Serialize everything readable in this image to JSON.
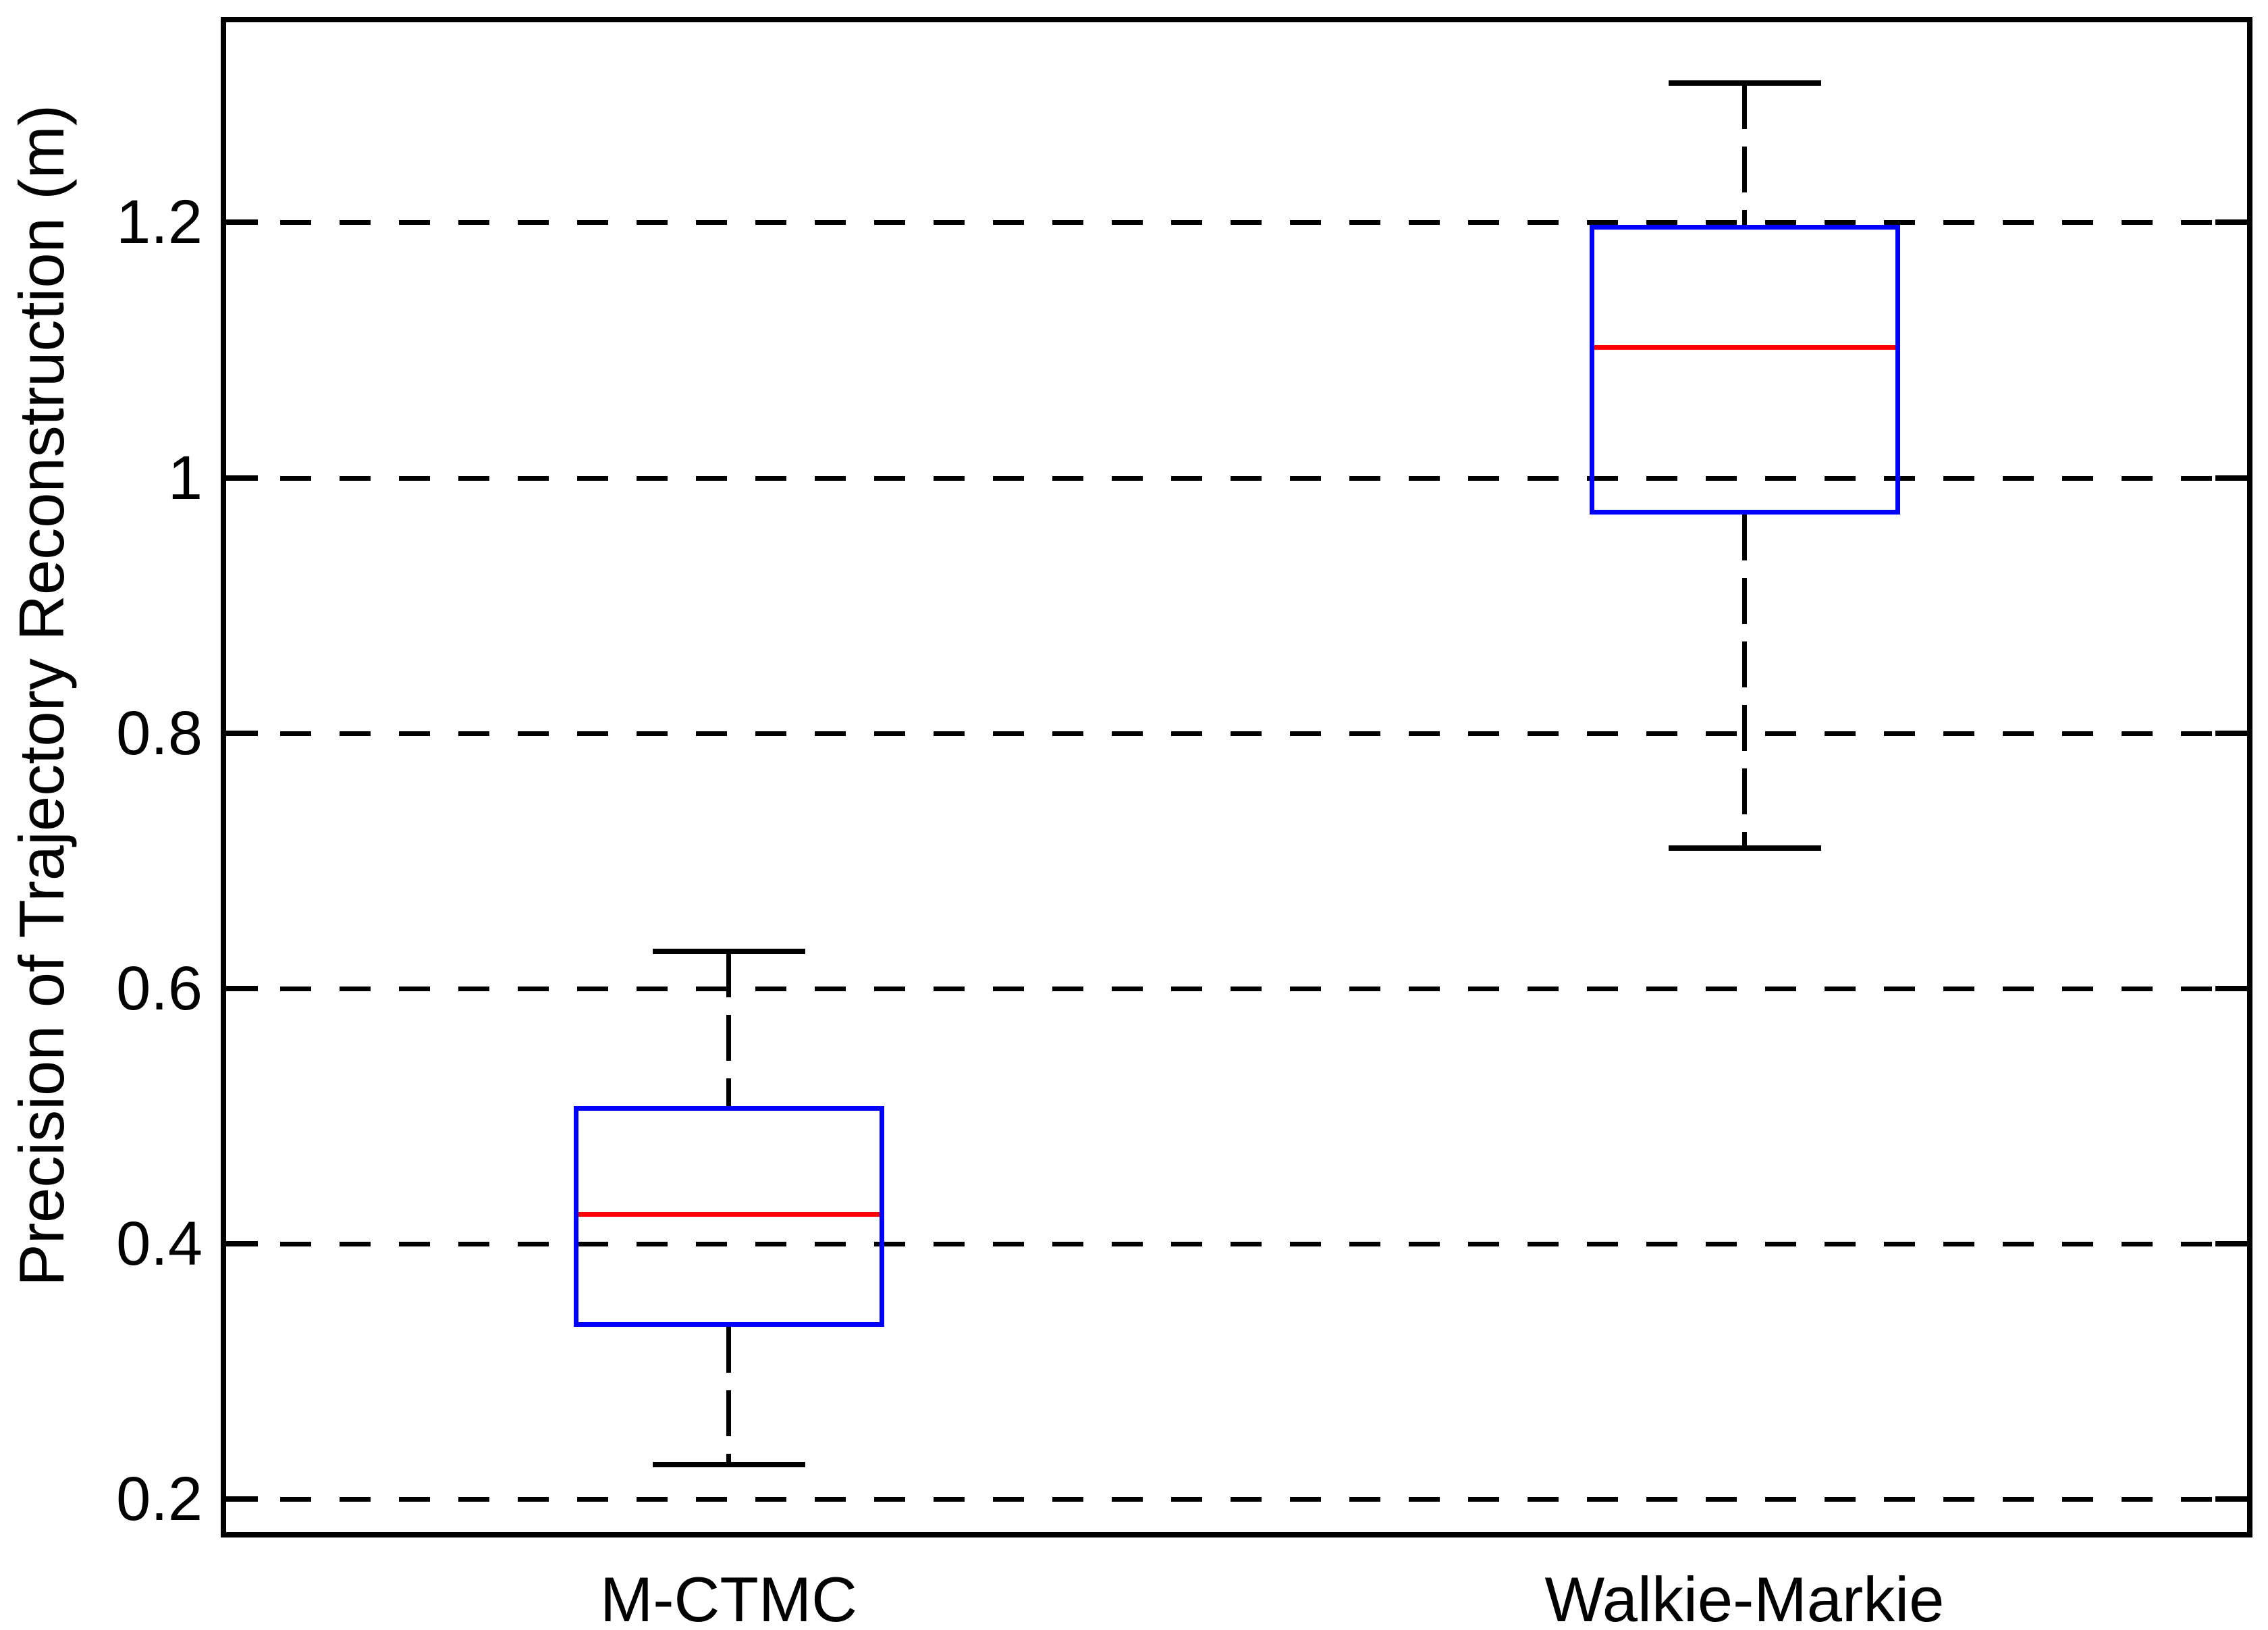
{
  "figure": {
    "background": "#ffffff",
    "axis_color": "#000000",
    "grid_color": "#000000",
    "box_color": "#0000ff",
    "median_color": "#ff0000",
    "whisker_color": "#000000"
  },
  "chart_data": {
    "type": "boxplot",
    "title": "",
    "xlabel": "",
    "ylabel": "Precision of Trajectory Reconstruction (m)",
    "categories": [
      "M-CTMC",
      "Walkie-Markie"
    ],
    "series": [
      {
        "name": "M-CTMC",
        "whisker_low": 0.227,
        "q1": 0.335,
        "median": 0.423,
        "q3": 0.508,
        "whisker_high": 0.629
      },
      {
        "name": "Walkie-Markie",
        "whisker_low": 0.71,
        "q1": 0.971,
        "median": 1.102,
        "q3": 1.198,
        "whisker_high": 1.309
      }
    ],
    "ylim": [
      0.17,
      1.361
    ],
    "yticks": [
      0.2,
      0.4,
      0.6,
      0.8,
      1,
      1.2
    ],
    "ytick_labels": [
      "0.2",
      "0.4",
      "0.6",
      "0.8",
      "1",
      "1.2"
    ],
    "grid": "horizontal-dashed",
    "legend": "none"
  }
}
